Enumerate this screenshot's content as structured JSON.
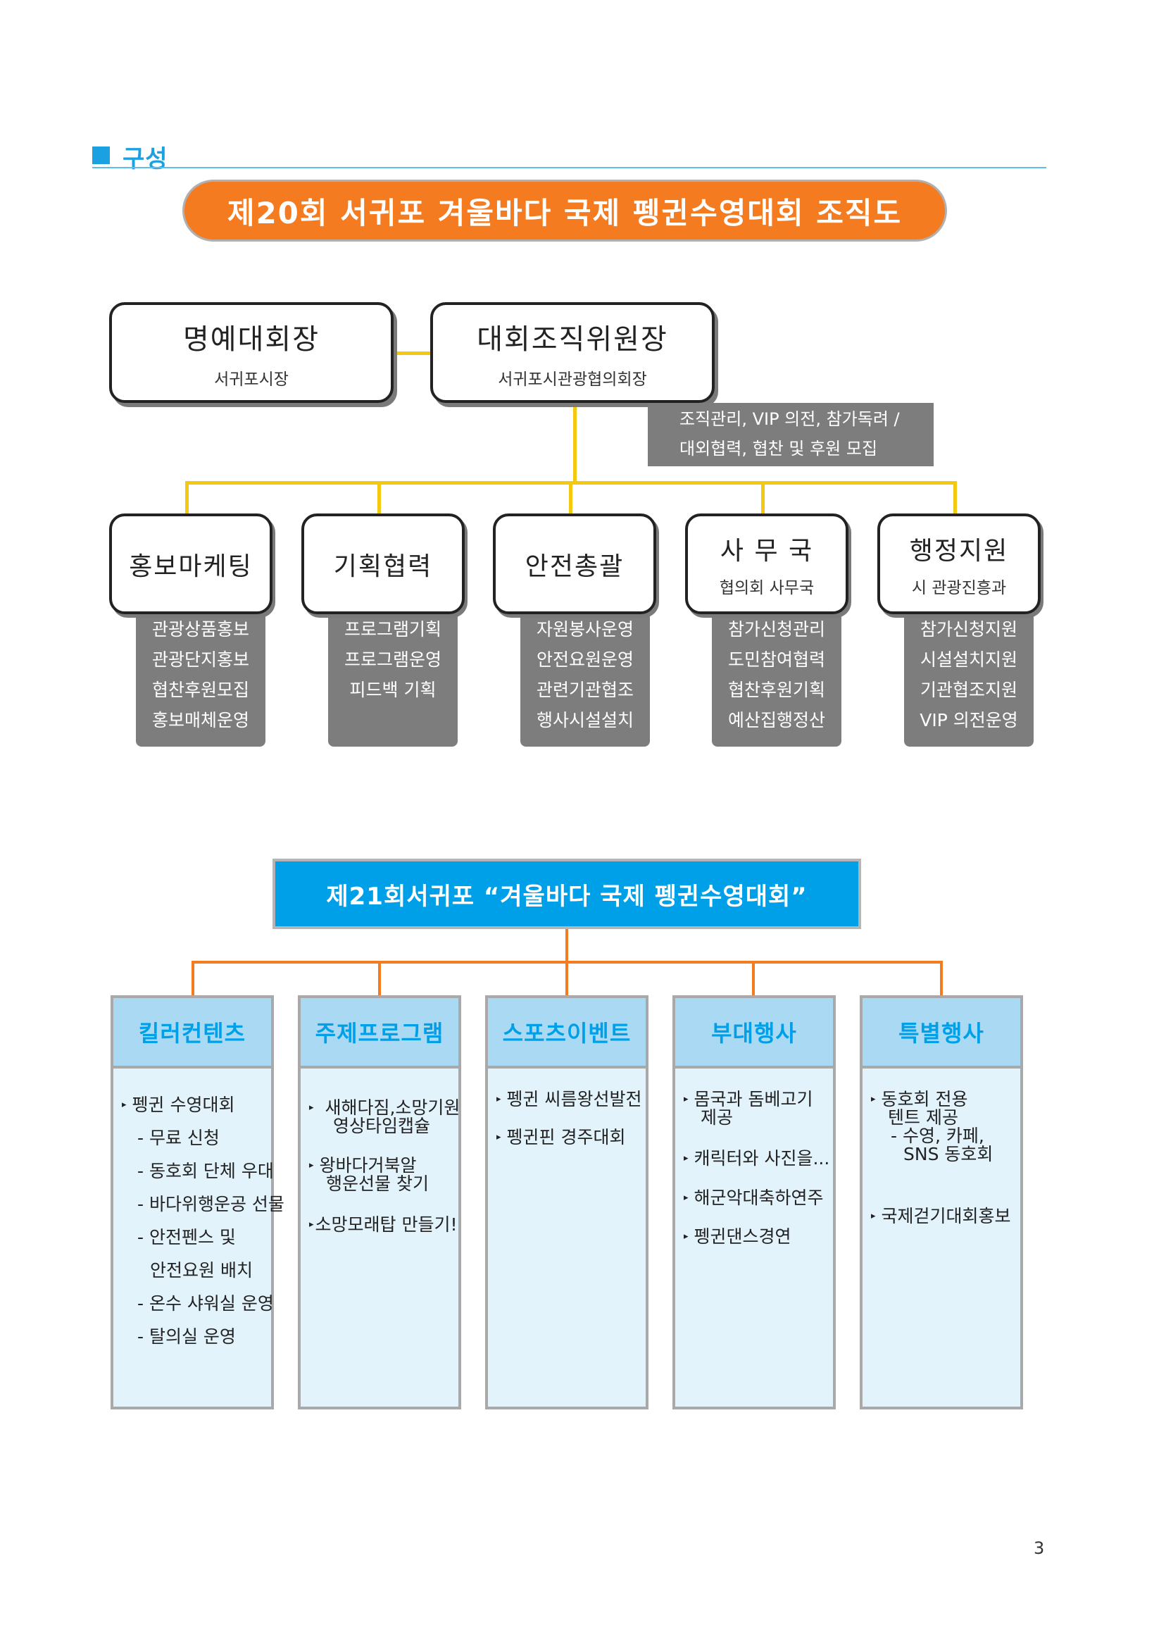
{
  "section": {
    "title": "구성"
  },
  "chart1": {
    "title": "제20회 서귀포 겨울바다 국제 펭귄수영대회 조직도",
    "honorary": {
      "title": "명예대회장",
      "sub": "서귀포시장"
    },
    "chair": {
      "title": "대회조직위원장",
      "sub": "서귀포시관광협의회장"
    },
    "chair_note": [
      "조직관리, VIP 의전, 참가독려 /",
      "대외협력, 협찬 및 후원 모집"
    ],
    "teams": [
      {
        "title": "홍보마케팅",
        "sub": "",
        "duties": [
          "관광상품홍보",
          "관광단지홍보",
          "협찬후원모집",
          "홍보매체운영"
        ]
      },
      {
        "title": "기획협력",
        "sub": "",
        "duties": [
          "프로그램기획",
          "프로그램운영",
          "피드백  기획"
        ]
      },
      {
        "title": "안전총괄",
        "sub": "",
        "duties": [
          "자원봉사운영",
          "안전요원운영",
          "관련기관협조",
          "행사시설설치"
        ]
      },
      {
        "title": "사 무 국",
        "sub": "협의회 사무국",
        "duties": [
          "참가신청관리",
          "도민참여협력",
          "협찬후원기획",
          "예산집행정산"
        ]
      },
      {
        "title": "행정지원",
        "sub": "시 관광진흥과",
        "duties": [
          "참가신청지원",
          "시설설치지원",
          "기관협조지원",
          "VIP 의전운영"
        ]
      }
    ]
  },
  "chart2": {
    "title": "제21회서귀포 “겨울바다 국제 펭귄수영대회”",
    "columns": [
      {
        "head": "킬러컨텐츠",
        "items": [
          "펭귄 수영대회",
          "- 무료 신청",
          "- 동호회 단체 우대",
          "- 바다위행운공 선물",
          "- 안전펜스 및",
          "안전요원 배치",
          "- 온수 샤워실 운영",
          "- 탈의실 운영"
        ]
      },
      {
        "head": "주제프로그램",
        "items": [
          "새해다짐,소망기원",
          "영상타임캡슐",
          "왕바다거북알",
          "행운선물 찾기",
          "소망모래탑 만들기!"
        ]
      },
      {
        "head": "스포츠이벤트",
        "items": [
          "펭귄 씨름왕선발전",
          "펭귄핀 경주대회"
        ]
      },
      {
        "head": "부대행사",
        "items": [
          "몸국과 돔베고기",
          "제공",
          "캐릭터와 사진을...",
          "해군악대축하연주",
          "펭귄댄스경연"
        ]
      },
      {
        "head": "특별행사",
        "items": [
          "동호회 전용",
          "텐트 제공",
          "- 수영, 카페,",
          "SNS 동호회",
          "국제걷기대회홍보"
        ]
      }
    ]
  },
  "page_number": "3"
}
